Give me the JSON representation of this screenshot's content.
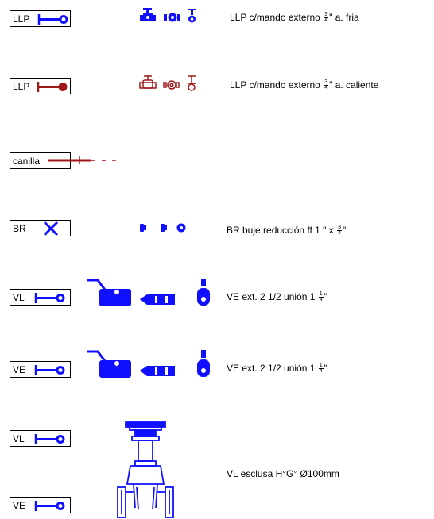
{
  "colors": {
    "blue": "#1010ff",
    "red": "#a01818",
    "black": "#000000"
  },
  "rows": [
    {
      "label": "LLP",
      "symbol": "gate-icon-blue",
      "description": {
        "before": "LLP c/mando externo ",
        "num": "3",
        "den": "4",
        "after": "\" a. fria"
      }
    },
    {
      "label": "LLP",
      "symbol": "gate-icon-red",
      "description": {
        "before": "LLP c/mando externo ",
        "num": "3",
        "den": "4",
        "after": "\" a. caliente"
      }
    },
    {
      "label": "canilla",
      "symbol": "faucet-line-red"
    },
    {
      "label": "BR",
      "symbol": "x-icon-blue",
      "description": {
        "before": "BR buje reducción ff 1 \" x ",
        "num": "3",
        "den": "4",
        "after": "\""
      }
    },
    {
      "label": "VL",
      "symbol": "gate-icon-blue",
      "description": {
        "before": "VE ext. 2 1/2 unión  1 ",
        "num": "1",
        "den": "4",
        "after": "\""
      }
    },
    {
      "label": "VE",
      "symbol": "gate-icon-blue",
      "description": {
        "before": "VE ext. 2 1/2 unión  1 ",
        "num": "1",
        "den": "4",
        "after": "\""
      }
    },
    {
      "label": "VL",
      "symbol": "gate-icon-blue"
    },
    {
      "label": "VE",
      "symbol": "gate-icon-blue"
    }
  ],
  "gate_valve": {
    "description": "VL esclusa H°G° Ø100mm"
  }
}
